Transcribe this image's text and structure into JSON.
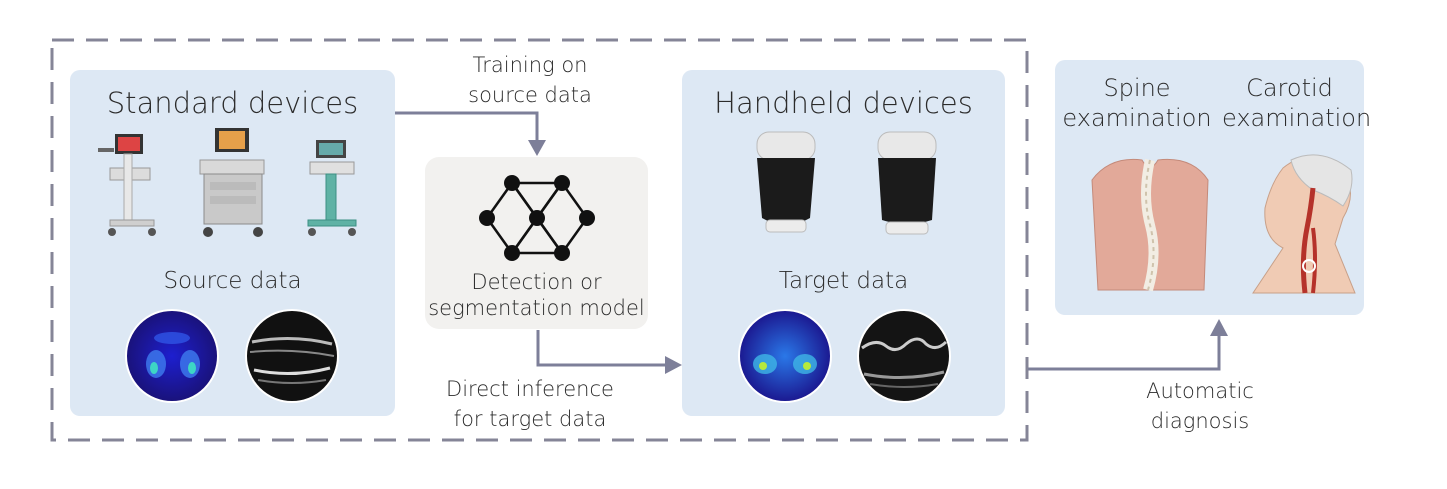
{
  "panels": {
    "standard": {
      "title": "Standard devices",
      "data_label": "Source data"
    },
    "handheld": {
      "title": "Handheld devices",
      "data_label": "Target data"
    },
    "model": {
      "line1": "Detection or",
      "line2": "segmentation model"
    },
    "diagnosis": {
      "spine_line1": "Spine",
      "spine_line2": "examination",
      "carotid_line1": "Carotid",
      "carotid_line2": "examination"
    }
  },
  "arrows": {
    "training_line1": "Training on",
    "training_line2": "source data",
    "inference_line1": "Direct inference",
    "inference_line2": "for target data",
    "diagnosis_line1": "Automatic",
    "diagnosis_line2": "diagnosis"
  },
  "colors": {
    "panel_bg": "#dde8f4",
    "model_bg": "#f2f1ef",
    "arrow": "#7d7f99",
    "dashed_border": "#858597"
  }
}
